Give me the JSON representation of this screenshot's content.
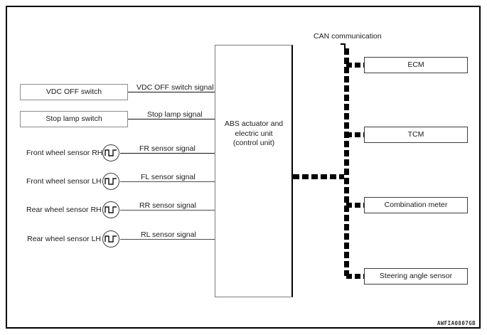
{
  "figure": {
    "id_watermark": "AWFIA0807GB",
    "frame_color": "#000000",
    "wire_color": "#4d4d4d",
    "can_color": "#000000"
  },
  "central_unit": {
    "name": "abs-actuator-electric-unit",
    "line1": "ABS actuator and",
    "line2": "electric unit",
    "line3": "(control unit)"
  },
  "can": {
    "label": "CAN communication"
  },
  "inputs": [
    {
      "id": "vdc-off-switch",
      "type": "switch",
      "label": "VDC OFF switch",
      "signal": "VDC OFF switch signal"
    },
    {
      "id": "stop-lamp-switch",
      "type": "switch",
      "label": "Stop lamp switch",
      "signal": "Stop lamp signal"
    },
    {
      "id": "front-wheel-sensor-rh",
      "type": "sensor",
      "label": "Front wheel sensor RH",
      "signal": "FR sensor signal",
      "icon": "pulse-wave-icon"
    },
    {
      "id": "front-wheel-sensor-lh",
      "type": "sensor",
      "label": "Front wheel sensor LH",
      "signal": "FL sensor signal",
      "icon": "pulse-wave-icon"
    },
    {
      "id": "rear-wheel-sensor-rh",
      "type": "sensor",
      "label": "Rear wheel sensor RH",
      "signal": "RR sensor signal",
      "icon": "pulse-wave-icon"
    },
    {
      "id": "rear-wheel-sensor-lh",
      "type": "sensor",
      "label": "Rear wheel sensor LH",
      "signal": "RL sensor signal",
      "icon": "pulse-wave-icon"
    }
  ],
  "can_modules": [
    {
      "id": "ecm",
      "label": "ECM"
    },
    {
      "id": "tcm",
      "label": "TCM"
    },
    {
      "id": "combination-meter",
      "label": "Combination meter"
    },
    {
      "id": "steering-angle-sensor",
      "label": "Steering angle sensor"
    }
  ]
}
